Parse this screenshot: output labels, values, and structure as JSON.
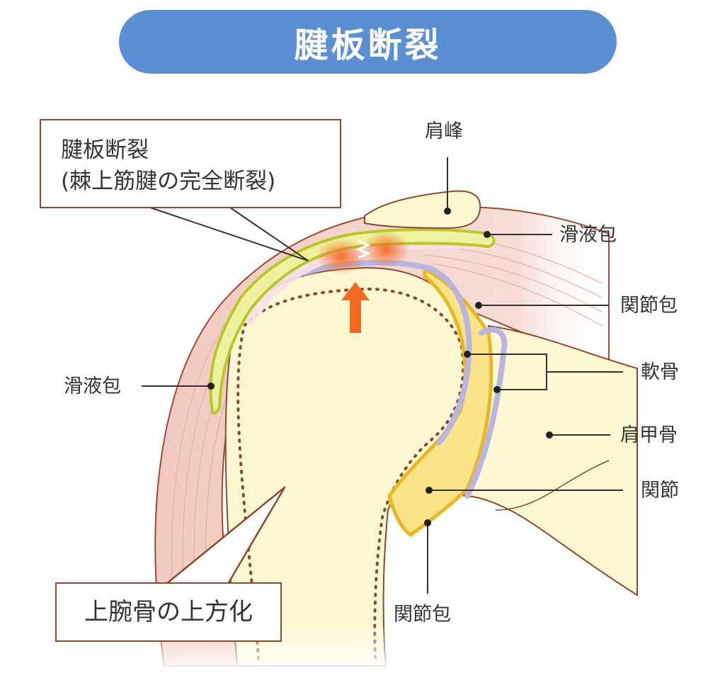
{
  "title": "腱板断裂",
  "callouts": {
    "tear_line1": "腱板断裂",
    "tear_line2": "(棘上筋腱の完全断裂)",
    "humerus_rise": "上腕骨の上方化"
  },
  "labels": {
    "acromion": "肩峰",
    "bursa_right": "滑液包",
    "capsule_right": "関節包",
    "cartilage": "軟骨",
    "scapula": "肩甲骨",
    "joint": "関節",
    "bursa_left": "滑液包",
    "capsule_bottom": "関節包"
  },
  "colors": {
    "title_bg": "#5b8fd1",
    "muscle": "#f2c9c0",
    "bone": "#fdf8d2",
    "bursa": "#c8d93a",
    "capsule": "#f5d24a",
    "cartilage": "#b9b5e0",
    "arrow": "#f26a21",
    "tear_glow": "#f58a5a"
  }
}
